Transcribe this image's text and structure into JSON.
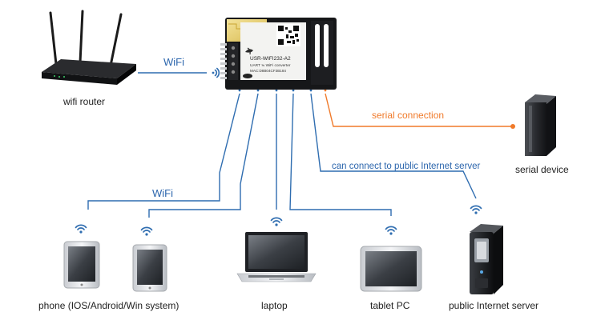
{
  "labels": {
    "wifi_top": "WiFi",
    "wifi_left": "WiFi",
    "serial_connection": "serial connection",
    "internet_connect": "can connect to public Internet server",
    "wifi_router": "wifi router",
    "serial_device": "serial device",
    "phone": "phone (IOS/Android/Win system)",
    "laptop": "laptop",
    "tablet": "tablet PC",
    "server": "public Internet server"
  },
  "module": {
    "line1": "USR-WIFI232-A2",
    "line2": "UART ≒ WiFi converter",
    "line3": "MAC:D8B04CF3B184"
  },
  "colors": {
    "blue_line": "#2f6db0",
    "orange_line": "#f07a2a",
    "label_blue": "#2c66ad",
    "label_orange": "#f07a2a",
    "label_dark": "#222222"
  }
}
